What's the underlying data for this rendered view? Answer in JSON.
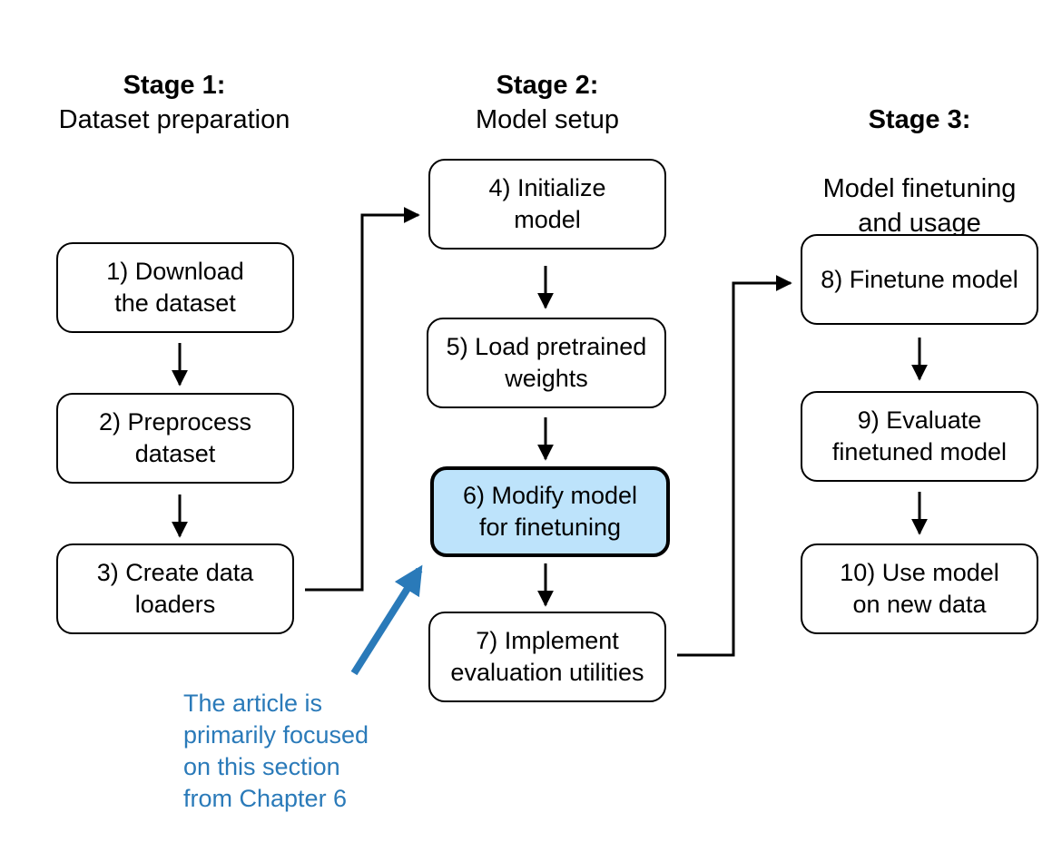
{
  "stages": [
    {
      "title": "Stage 1:",
      "subtitle": "Dataset preparation"
    },
    {
      "title": "Stage 2:",
      "subtitle": "Model setup"
    },
    {
      "title": "Stage 3:",
      "subtitle": "Model finetuning\nand usage"
    }
  ],
  "steps": [
    {
      "label": "1) Download\nthe dataset"
    },
    {
      "label": "2) Preprocess\ndataset"
    },
    {
      "label": "3) Create data\nloaders"
    },
    {
      "label": "4) Initialize\nmodel"
    },
    {
      "label": "5) Load pretrained\nweights"
    },
    {
      "label": "6) Modify model\nfor finetuning",
      "highlighted": true
    },
    {
      "label": "7) Implement\nevaluation utilities"
    },
    {
      "label": "8) Finetune model"
    },
    {
      "label": "9) Evaluate\nfinetuned model"
    },
    {
      "label": "10) Use model\non new data"
    }
  ],
  "annotation": {
    "text": "The article is\nprimarily focused\non this section\nfrom Chapter 6",
    "color": "#2a7ab9"
  },
  "colors": {
    "highlight_fill": "#bde3fb",
    "connector": "#000000",
    "callout_arrow": "#2a7ab9"
  }
}
